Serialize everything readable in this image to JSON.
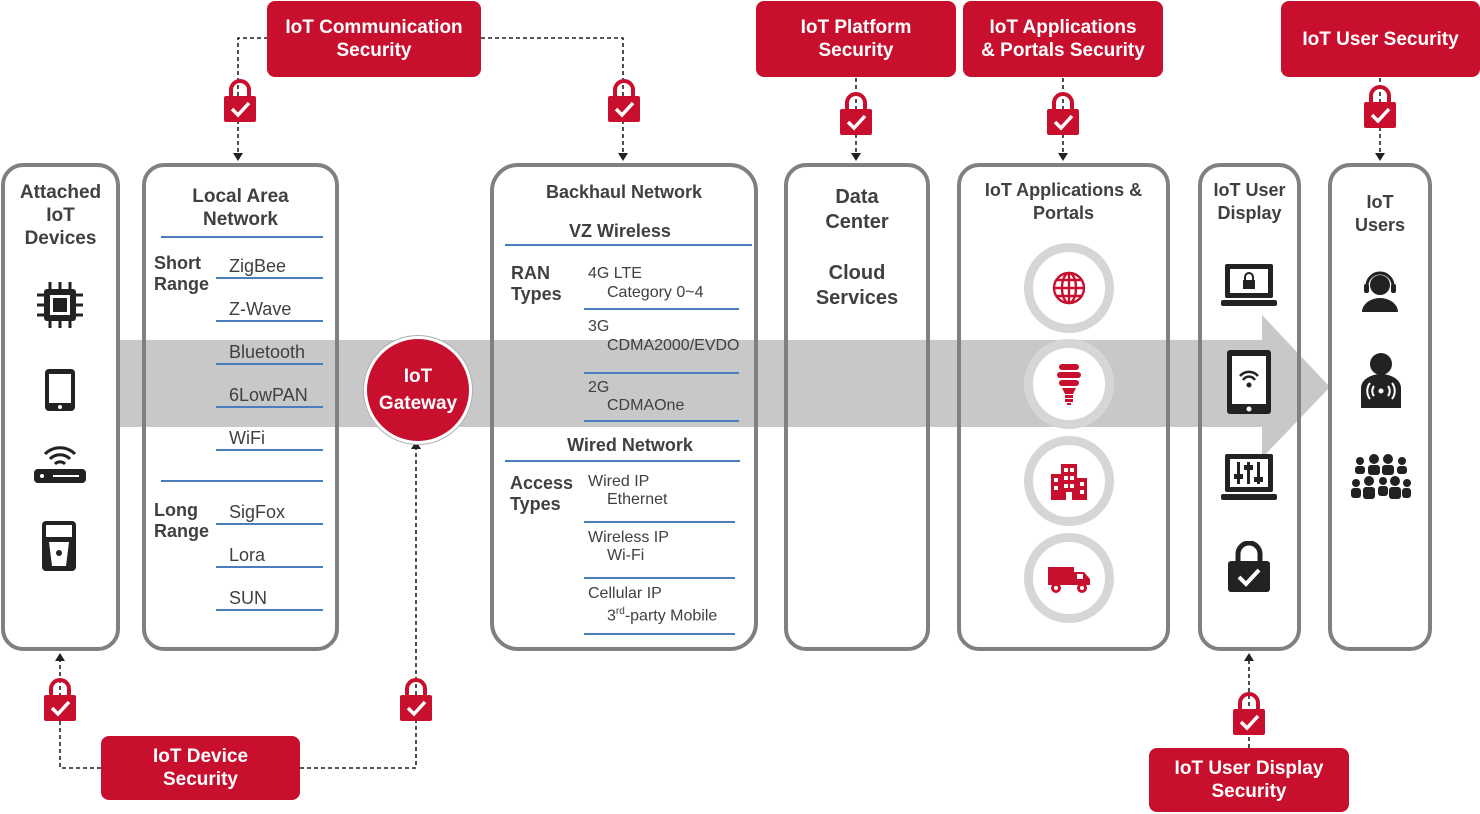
{
  "security_labels": {
    "communication": "IoT Communication\nSecurity",
    "platform": "IoT Platform\nSecurity",
    "applications": "IoT Applications\n& Portals Security",
    "user": "IoT User Security",
    "device": "IoT Device\nSecurity",
    "user_display": "IoT User Display\nSecurity"
  },
  "gateway": "IoT\nGateway",
  "columns": {
    "attached": {
      "title": "Attached\nIoT\nDevices"
    },
    "lan": {
      "title": "Local Area\nNetwork",
      "short_label": "Short\nRange",
      "short_items": [
        "ZigBee",
        "Z-Wave",
        "Bluetooth",
        "6LowPAN",
        "WiFi"
      ],
      "long_label": "Long\nRange",
      "long_items": [
        "SigFox",
        "Lora",
        "SUN"
      ]
    },
    "backhaul": {
      "title": "Backhaul Network",
      "wireless_title": "VZ Wireless",
      "ran_label": "RAN\nTypes",
      "ran_items": [
        {
          "name": "4G LTE",
          "detail": "Category  0~4"
        },
        {
          "name": "3G",
          "detail": "CDMA2000/EVDO"
        },
        {
          "name": "2G",
          "detail": "CDMAOne"
        }
      ],
      "wired_title": "Wired Network",
      "access_label": "Access\nTypes",
      "access_items": [
        {
          "name": "Wired IP",
          "detail": "Ethernet"
        },
        {
          "name": "Wireless IP",
          "detail": "Wi-Fi"
        },
        {
          "name": "Cellular  IP",
          "detail_sup": "rd",
          "detail_pre": "3",
          "detail_post": "-party Mobile"
        }
      ]
    },
    "datacenter": {
      "title": "Data\nCenter",
      "subtitle": "Cloud\nServices"
    },
    "apps": {
      "title": "IoT Applications &\nPortals"
    },
    "display": {
      "title": "IoT User\nDisplay"
    },
    "users": {
      "title": "IoT\nUsers"
    }
  },
  "colors": {
    "accent": "#c8102e",
    "border": "#808080",
    "rule": "#4a7ebb",
    "arrow": "#c8c8c8"
  },
  "icons": {
    "devices": [
      "chip-icon",
      "tablet-icon",
      "router-icon",
      "meter-icon"
    ],
    "apps": [
      "globe-icon",
      "bulb-icon",
      "building-icon",
      "truck-icon"
    ],
    "display": [
      "laptop-lock-icon",
      "phone-wifi-icon",
      "monitor-sliders-icon",
      "lock-check-icon"
    ],
    "users": [
      "headset-user-icon",
      "wireless-user-icon",
      "group-icon"
    ]
  }
}
